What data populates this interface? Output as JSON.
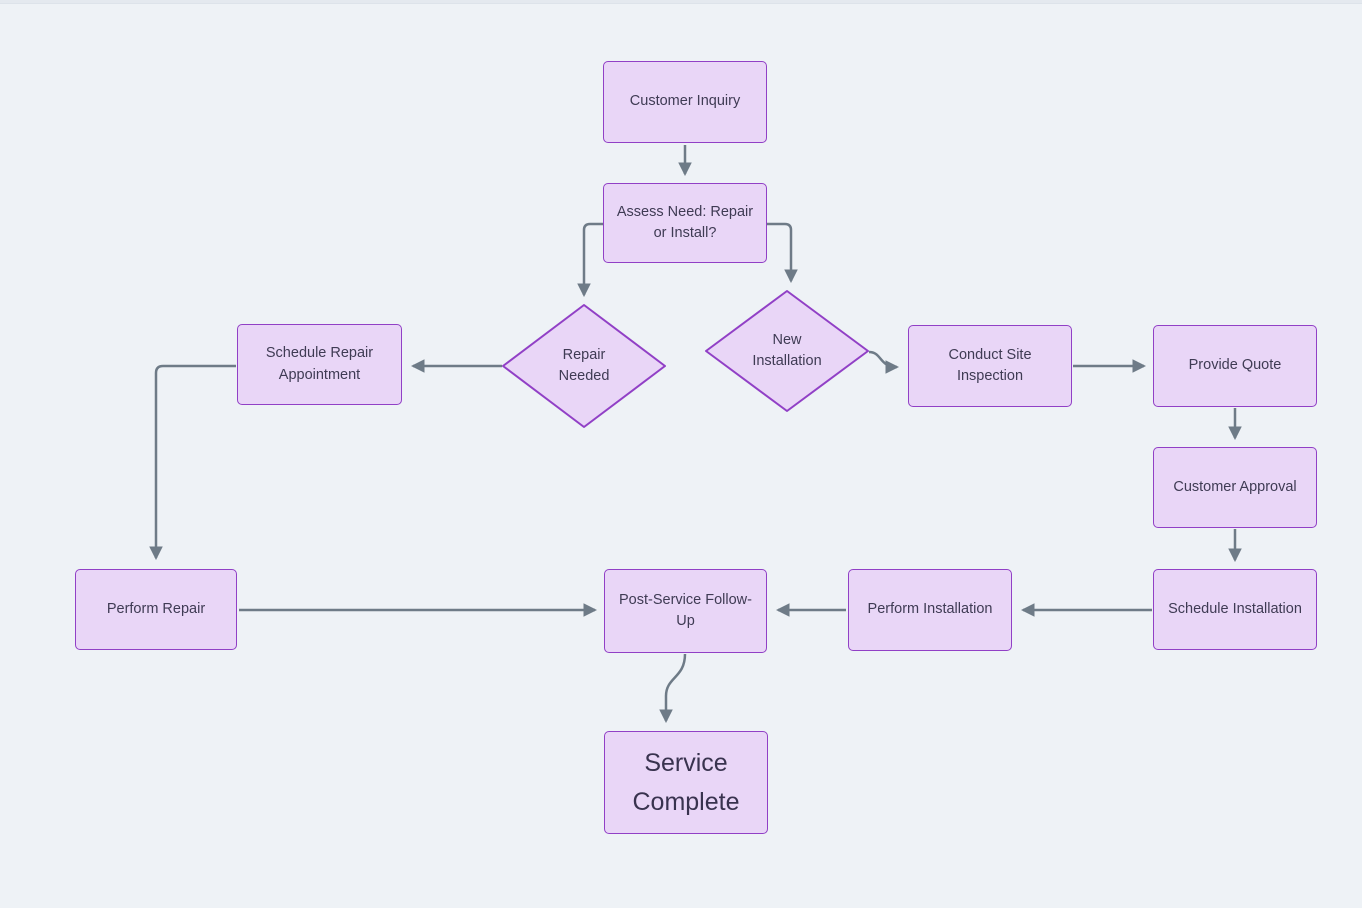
{
  "colors": {
    "background": "#eef2f6",
    "node_fill": "#e9d6f7",
    "node_border": "#9140c6",
    "arrow": "#6e7b87",
    "text": "#3f3b54"
  },
  "nodes": {
    "customer_inquiry": {
      "label": "Customer Inquiry",
      "shape": "rect"
    },
    "assess_need": {
      "label": "Assess Need: Repair or Install?",
      "shape": "rect"
    },
    "repair_needed": {
      "label": "Repair Needed",
      "shape": "diamond"
    },
    "new_installation": {
      "label": "New Installation",
      "shape": "diamond"
    },
    "schedule_repair": {
      "label": "Schedule Repair Appointment",
      "shape": "rect"
    },
    "conduct_site": {
      "label": "Conduct Site Inspection",
      "shape": "rect"
    },
    "provide_quote": {
      "label": "Provide Quote",
      "shape": "rect"
    },
    "customer_approval": {
      "label": "Customer Approval",
      "shape": "rect"
    },
    "schedule_installation": {
      "label": "Schedule Installation",
      "shape": "rect"
    },
    "perform_repair": {
      "label": "Perform Repair",
      "shape": "rect"
    },
    "perform_installation": {
      "label": "Perform Installation",
      "shape": "rect"
    },
    "post_service": {
      "label": "Post-Service Follow-Up",
      "shape": "rect"
    },
    "service_complete": {
      "label": "Service Complete",
      "shape": "rect-large"
    }
  },
  "edges": [
    {
      "from": "customer_inquiry",
      "to": "assess_need"
    },
    {
      "from": "assess_need",
      "to": "repair_needed"
    },
    {
      "from": "assess_need",
      "to": "new_installation"
    },
    {
      "from": "repair_needed",
      "to": "schedule_repair"
    },
    {
      "from": "schedule_repair",
      "to": "perform_repair"
    },
    {
      "from": "new_installation",
      "to": "conduct_site"
    },
    {
      "from": "conduct_site",
      "to": "provide_quote"
    },
    {
      "from": "provide_quote",
      "to": "customer_approval"
    },
    {
      "from": "customer_approval",
      "to": "schedule_installation"
    },
    {
      "from": "schedule_installation",
      "to": "perform_installation"
    },
    {
      "from": "perform_installation",
      "to": "post_service"
    },
    {
      "from": "perform_repair",
      "to": "post_service"
    },
    {
      "from": "post_service",
      "to": "service_complete"
    }
  ]
}
